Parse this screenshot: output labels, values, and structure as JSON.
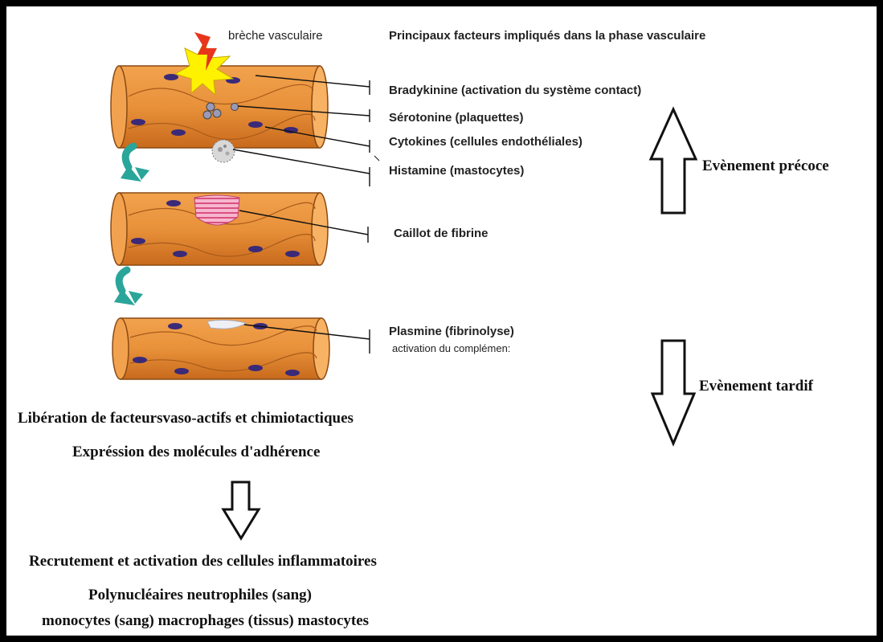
{
  "header": {
    "breach_label": "brèche vasculaire",
    "title": "Principaux facteurs  impliqués dans la phase vasculaire"
  },
  "factors": [
    {
      "label": "Bradykinine (activation du système contact)"
    },
    {
      "label": "Sérotonine (plaquettes)"
    },
    {
      "label": "Cytokines (cellules endothéliales)"
    },
    {
      "label": "Histamine (mastocytes)"
    },
    {
      "label": "Caillot de fibrine"
    },
    {
      "label": "Plasmine   (fibrinolyse)"
    },
    {
      "label": "activation du complémen:"
    }
  ],
  "events": {
    "early": "Evènement précoce",
    "late": "Evènement tardif"
  },
  "bottom": {
    "line1": "Libération de facteursvaso-actifs et chimiotactiques",
    "line2": "Expréssion des molécules d'adhérence",
    "line3": "Recrutement et activation des cellules inflammatoires",
    "line4": "Polynucléaires neutrophiles (sang)",
    "line5": "monocytes (sang) macrophages (tissus) mastocytes"
  },
  "colors": {
    "vessel": "#e8913a",
    "vessel_dark": "#c86a1c",
    "nucleus": "#3a2a78",
    "clot": "#f4a0c0",
    "arrow_curve": "#2aa59a",
    "flash_yellow": "#fff200",
    "flash_red": "#e8351b"
  }
}
